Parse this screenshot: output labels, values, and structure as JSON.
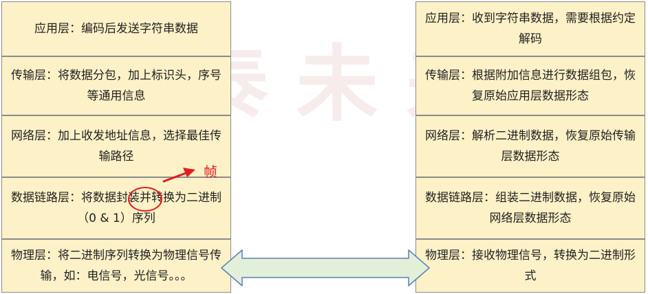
{
  "watermark": "我泰未来",
  "left_stack": [
    {
      "id": "app",
      "text": "应用层：编码后发送字符串数据"
    },
    {
      "id": "transport",
      "text": "传输层：将数据分包，加上标识头，序号等通用信息"
    },
    {
      "id": "network",
      "text": "网络层：加上收发地址信息，选择最佳传输路径"
    },
    {
      "id": "datalink",
      "text": "数据链路层：将数据封装并转换为二进制（0 & 1）序列"
    },
    {
      "id": "physical",
      "text": "物理层：将二进制序列转换为物理信号传输，如：电信号，光信号。。。"
    }
  ],
  "right_stack": [
    {
      "id": "app",
      "text": "应用层：收到字符串数据，需要根据约定解码"
    },
    {
      "id": "transport",
      "text": "传输层：根据附加信息进行数据组包，恢复原始应用层数据形态"
    },
    {
      "id": "network",
      "text": "网络层：解析二进制数据，恢复原始传输层数据形态"
    },
    {
      "id": "datalink",
      "text": "数据链路层：组装二进制数据，恢复原始网络层数据形态"
    },
    {
      "id": "physical",
      "text": "物理层：接收物理信号，转换为二进制形式"
    }
  ],
  "annotation": {
    "label": "帧",
    "color": "#e01f1f"
  },
  "colors": {
    "box_fill": "#fdf1c7",
    "box_border": "#8a8a8a",
    "arrow_fill": "#e2efd9",
    "arrow_stroke": "#5b7fb4"
  }
}
